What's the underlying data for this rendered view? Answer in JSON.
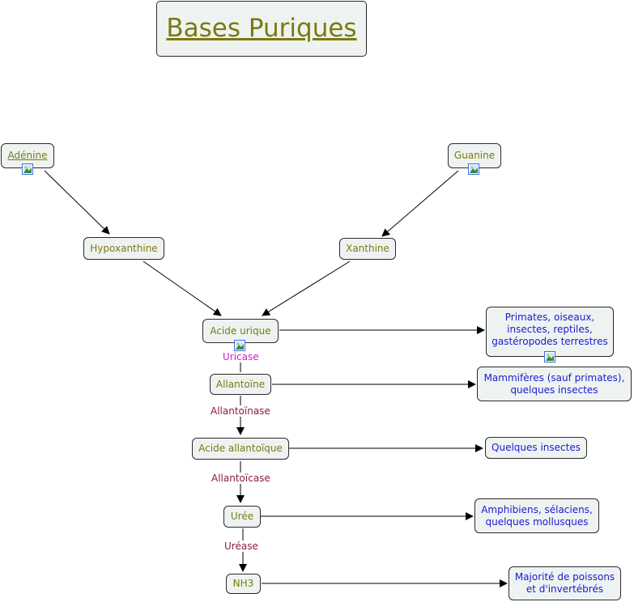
{
  "title": "Bases Puriques",
  "nodes": {
    "adenine": "Adénine",
    "guanine": "Guanine",
    "hypoxanthine": "Hypoxanthine",
    "xanthine": "Xanthine",
    "acide_urique": "Acide urique",
    "allantoine": "Allantoïne",
    "acide_allantoique": "Acide allantoïque",
    "uree": "Urée",
    "nh3": "NH3"
  },
  "organisms": {
    "primates": [
      "Primates, oiseaux,",
      "insectes, reptiles,",
      "gastéropodes terrestres"
    ],
    "mammiferes": [
      "Mammifères (sauf primates),",
      "quelques insectes"
    ],
    "quelques_insectes": "Quelques insectes",
    "amphibiens": [
      "Amphibiens, sélaciens,",
      "quelques mollusques"
    ],
    "majorite": [
      "Majorité de poissons",
      "et d'invertébrés"
    ]
  },
  "enzymes": {
    "uricase": "Uricase",
    "allantoinase": "Allantoïnase",
    "allantoicase": "Allantoïcase",
    "urease": "Uréase"
  },
  "colors": {
    "node_bg": "#eef3f2",
    "compound_text": "#7a7a10",
    "organism_text": "#1a1ad0",
    "uricase_text": "#d01ad0",
    "enzyme_text": "#8a1a4a"
  },
  "icons": [
    "image-icon"
  ]
}
